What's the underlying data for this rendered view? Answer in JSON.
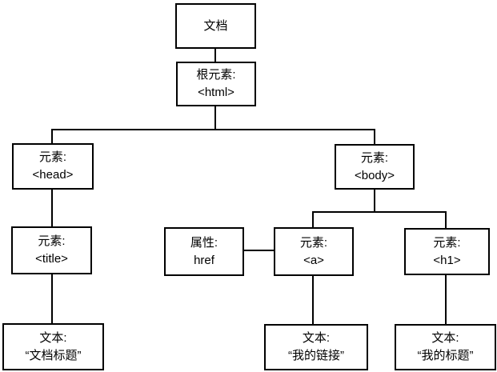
{
  "diagram": {
    "kind": "dom-tree",
    "background_color": "#ffffff",
    "line_color": "#000000",
    "nodes": {
      "document": {
        "line1": "文档"
      },
      "root": {
        "line1": "根元素:",
        "line2": "<html>"
      },
      "head": {
        "line1": "元素:",
        "line2": "<head>"
      },
      "body_el": {
        "line1": "元素:",
        "line2": "<body>"
      },
      "title_el": {
        "line1": "元素:",
        "line2": "<title>"
      },
      "href_attr": {
        "line1": "属性:",
        "line2": "href"
      },
      "anchor": {
        "line1": "元素:",
        "line2": "<a>"
      },
      "h1_el": {
        "line1": "元素:",
        "line2": "<h1>"
      },
      "text_title": {
        "line1": "文本:",
        "line2": "“文档标题”"
      },
      "text_anchor": {
        "line1": "文本:",
        "line2": "“我的链接”"
      },
      "text_h1": {
        "line1": "文本:",
        "line2": "“我的标题”"
      }
    }
  }
}
